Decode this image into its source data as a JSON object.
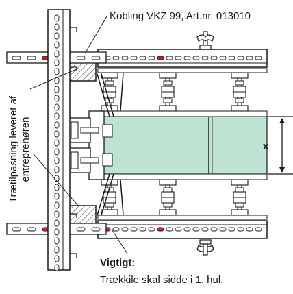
{
  "labels": {
    "coupling": "Kobling VKZ 99, Art.nr. 013010",
    "timber_line1": "Trætilpasning leveret af",
    "timber_line2": "entreprenøren",
    "important_title": "Vigtigt:",
    "important_text": "Trækkile skal sidde i 1. hul.",
    "dimension": "x"
  },
  "colors": {
    "panel_fill": "#bfe3d3",
    "accent_slot": "#d81f26",
    "line": "#1a1a1a",
    "metal_fill": "#ffffff",
    "timber_fill": "#d9d9d9"
  }
}
